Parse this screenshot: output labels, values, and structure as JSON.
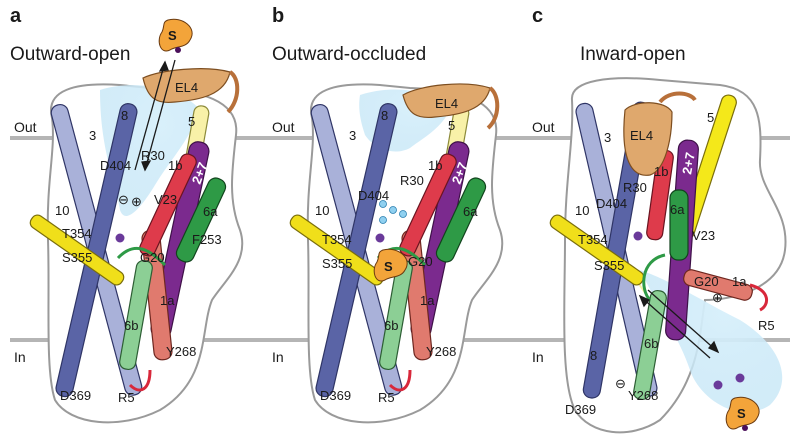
{
  "panels": [
    {
      "letter": "a",
      "title": "Outward-open",
      "side_out": "Out",
      "side_in": "In",
      "loop": "EL4",
      "substrate": "S",
      "helices": {
        "h3": "3",
        "h8": "8",
        "h5": "5",
        "h1b": "1b",
        "h27": "2+7",
        "h6a": "6a",
        "h10": "10",
        "h1a": "1a",
        "h6b": "6b"
      },
      "residues": {
        "D404": "D404",
        "R30": "R30",
        "V23": "V23",
        "T354": "T354",
        "F253": "F253",
        "S355": "S355",
        "G20": "G20",
        "Y268": "Y268",
        "D369": "D369",
        "R5": "R5"
      },
      "charges": {
        "minus": "⊖",
        "plus": "⊕"
      }
    },
    {
      "letter": "b",
      "title": "Outward-occluded",
      "side_out": "Out",
      "side_in": "In",
      "loop": "EL4",
      "substrate": "S",
      "helices": {
        "h3": "3",
        "h8": "8",
        "h5": "5",
        "h1b": "1b",
        "h27": "2+7",
        "h6a": "6a",
        "h10": "10",
        "h1a": "1a",
        "h6b": "6b"
      },
      "residues": {
        "D404": "D404",
        "R30": "R30",
        "T354": "T354",
        "S355": "S355",
        "G20": "G20",
        "Y268": "Y268",
        "D369": "D369",
        "R5": "R5"
      }
    },
    {
      "letter": "c",
      "title": "Inward-open",
      "side_out": "Out",
      "side_in": "In",
      "loop": "EL4",
      "substrate": "S",
      "helices": {
        "h3": "3",
        "h8": "8",
        "h5": "5",
        "h1b": "1b",
        "h27": "2+7",
        "h6a": "6a",
        "h10": "10",
        "h1a": "1a",
        "h6b": "6b"
      },
      "residues": {
        "R30": "R30",
        "D404": "D404",
        "V23": "V23",
        "T354": "T354",
        "S355": "S355",
        "G20": "G20",
        "R5": "R5",
        "Y268": "Y268",
        "D369": "D369"
      },
      "charges": {
        "minus": "⊖",
        "plus": "⊕"
      }
    }
  ],
  "colors": {
    "tm3": "#5a64a6",
    "tm8": "#a9b1d9",
    "tm5": "#f4e81a",
    "tm1b": "#de3b4b",
    "tm27": "#7b2a8e",
    "tm6a": "#2e9a46",
    "tm10": "#f0df1a",
    "tm1a": "#e07a6e",
    "tm6b": "#8ccf95",
    "el4": "#dfa86d",
    "vestibule": "#bfe3f5",
    "membrane": "#b5b5b5",
    "substrate": "#f3a43a"
  }
}
